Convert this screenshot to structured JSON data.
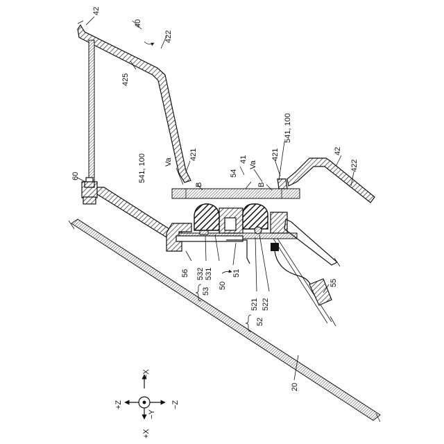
{
  "labels": {
    "l42_top": "42",
    "l40": "40",
    "l422_top": "422",
    "l425": "425",
    "l41": "41",
    "l54": "54",
    "l60": "60",
    "l541_left": "541, 100",
    "l541_right": "541, 100",
    "lVa_left": "Va",
    "lVa_right": "Va",
    "l421_left": "421",
    "l421_right": "421",
    "lB_left": "B",
    "lB_right": "B",
    "l42_right": "42",
    "l422_right": "422",
    "l56": "56",
    "l532": "532",
    "l531": "531",
    "l53": "53",
    "l50": "50",
    "l51": "51",
    "l521": "521",
    "l522": "522",
    "l52": "52",
    "l55": "55",
    "l20": "20"
  },
  "axes": {
    "minus_x": "−X",
    "plus_x": "+X",
    "plus_z": "+Z",
    "minus_z": "−Z",
    "minus_y": "−Y"
  }
}
